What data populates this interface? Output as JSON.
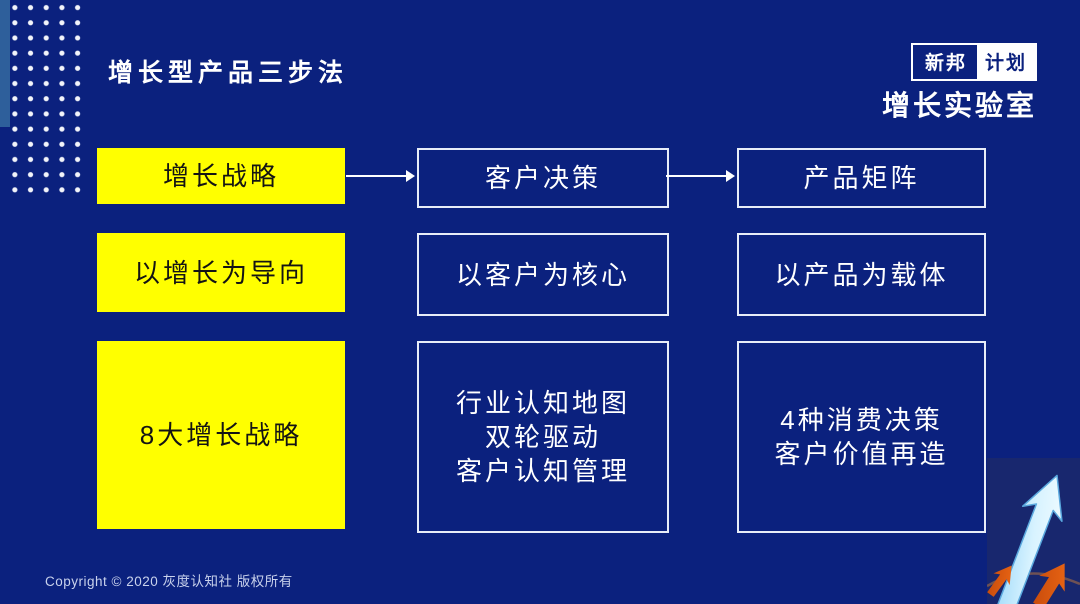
{
  "slide": {
    "title": "增长型产品三步法",
    "logo": {
      "badge_left": "新邦",
      "badge_right": "计划",
      "name": "增长实验室"
    },
    "flow": {
      "row1": {
        "col1": "增长战略",
        "col2": "客户决策",
        "col3": "产品矩阵"
      },
      "row2": {
        "col1": "以增长为导向",
        "col2": "以客户为核心",
        "col3": "以产品为载体"
      },
      "row3": {
        "col1": "8大增长战略",
        "col2": "行业认知地图\n双轮驱动\n客户认知管理",
        "col3": "4种消费决策\n客户价值再造"
      }
    },
    "footer": "Copyright © 2020 灰度认知社 版权所有",
    "icons": {
      "growth_arrow": "up-right-growth-arrow",
      "orange_arrows": "small-up-right-arrows"
    },
    "colors": {
      "background": "#0B217E",
      "highlight_yellow": "#FFFF00",
      "box_border": "#E8EDF8",
      "accent_bar": "#2E5F9B",
      "art_background": "#18276E",
      "art_arrow_blue": "#BFEAFF",
      "art_arrow_orange": "#E3590E"
    }
  }
}
